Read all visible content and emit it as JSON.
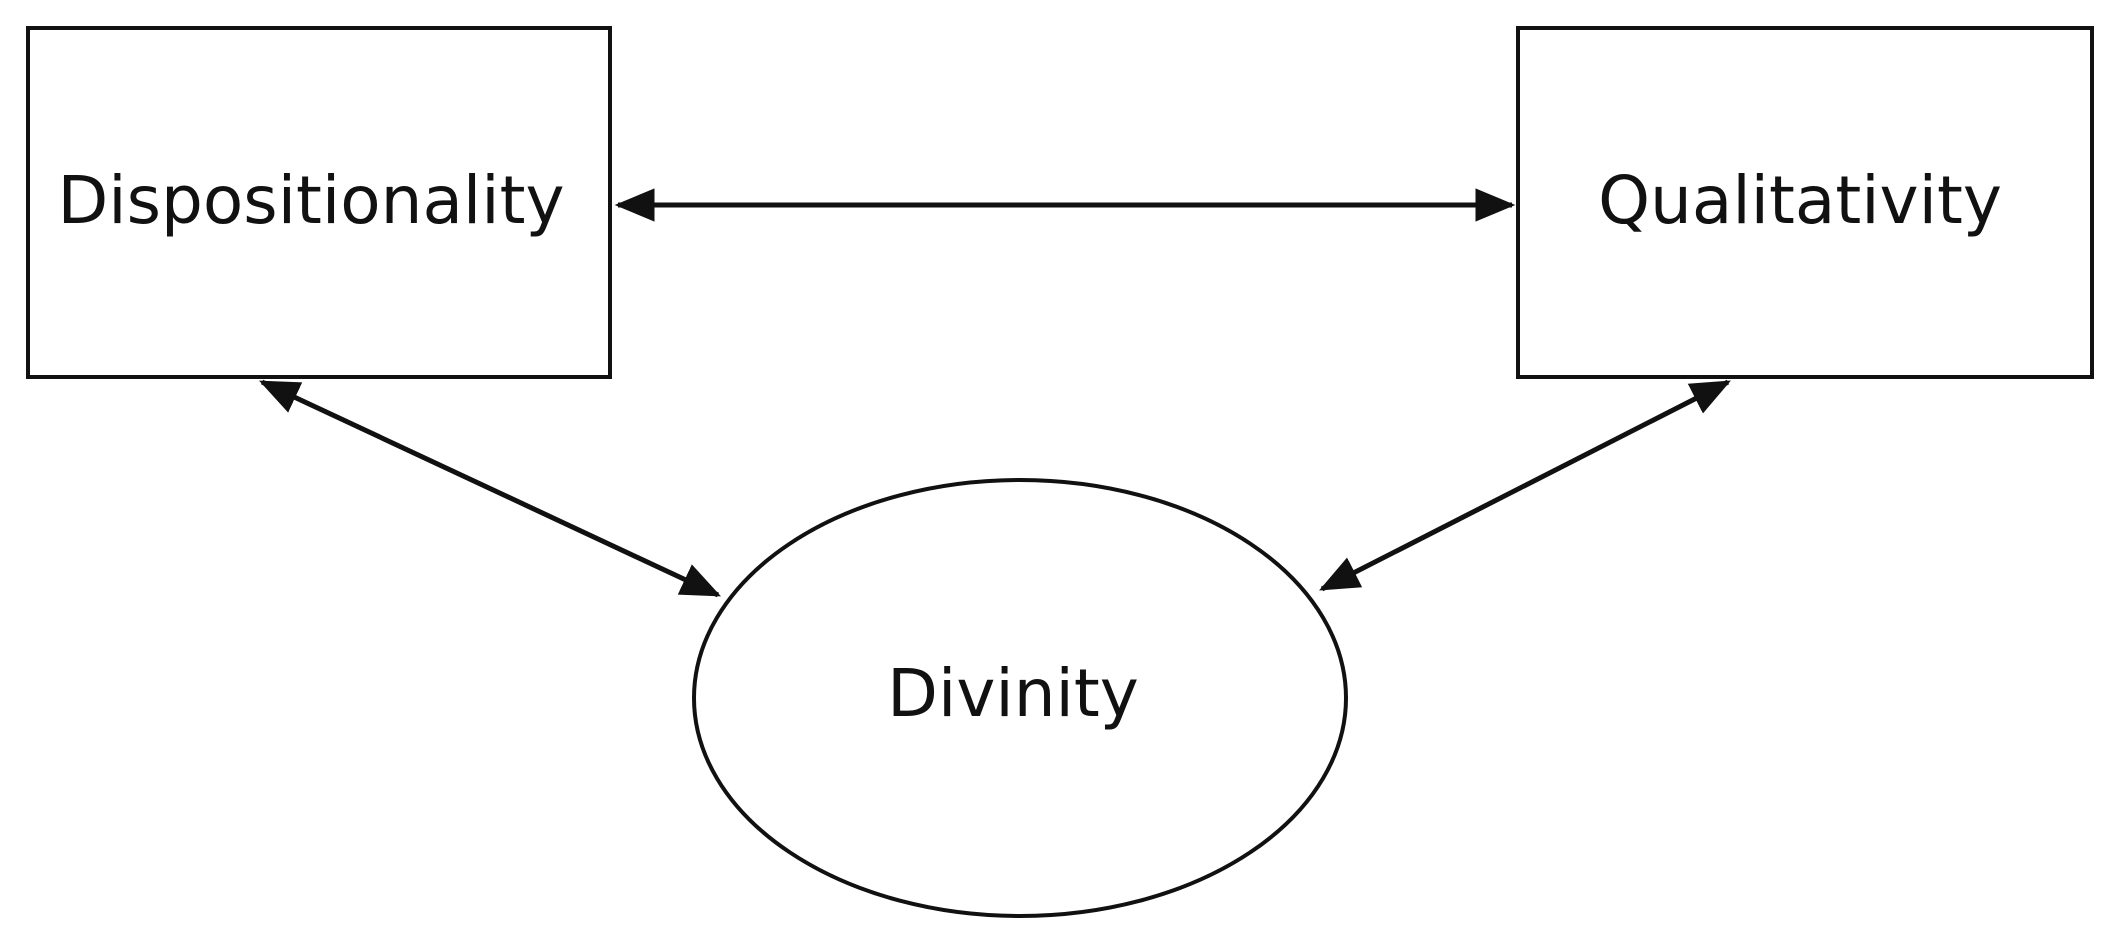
{
  "diagram": {
    "nodes": {
      "dispositionality": {
        "label": "Dispositionality",
        "shape": "rectangle"
      },
      "qualitativity": {
        "label": "Qualitativity",
        "shape": "rectangle"
      },
      "divinity": {
        "label": "Divinity",
        "shape": "ellipse"
      }
    },
    "edges": [
      {
        "from": "dispositionality",
        "to": "qualitativity",
        "direction": "bidirectional"
      },
      {
        "from": "dispositionality",
        "to": "divinity",
        "direction": "bidirectional"
      },
      {
        "from": "qualitativity",
        "to": "divinity",
        "direction": "bidirectional"
      }
    ],
    "colors": {
      "stroke": "#111111",
      "fill": "#ffffff",
      "background": "#ffffff"
    }
  }
}
